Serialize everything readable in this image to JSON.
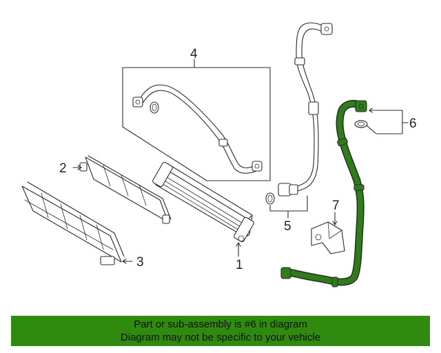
{
  "diagram": {
    "callouts": [
      {
        "id": "1",
        "label": "1"
      },
      {
        "id": "2",
        "label": "2"
      },
      {
        "id": "3",
        "label": "3"
      },
      {
        "id": "4",
        "label": "4"
      },
      {
        "id": "5",
        "label": "5"
      },
      {
        "id": "6",
        "label": "6"
      },
      {
        "id": "7",
        "label": "7"
      }
    ],
    "highlight_part": "6",
    "highlight_color": "#2f7d1a",
    "outline_color": "#2a2a2a"
  },
  "banner": {
    "line1": "Part or sub-assembly is #6 in diagram",
    "line2": "Diagram may not be specific to your vehicle",
    "color": "#2f8a0f"
  }
}
